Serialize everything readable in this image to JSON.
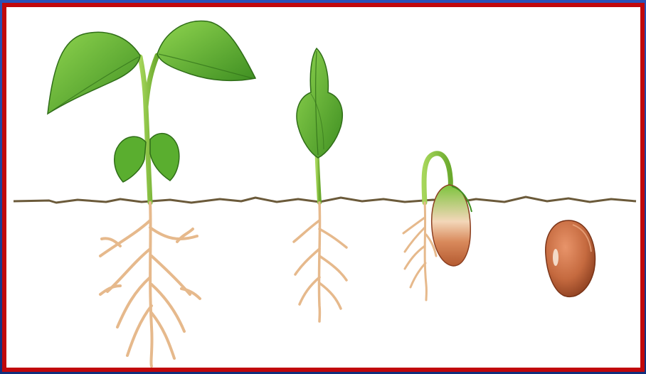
{
  "image": {
    "subject": "bean-germination-stages",
    "stages": [
      {
        "id": "seedling-with-leaves"
      },
      {
        "id": "young-shoot"
      },
      {
        "id": "hook-emerging"
      },
      {
        "id": "bean-seed"
      }
    ],
    "colors": {
      "border": "#c1080b",
      "background": "#ffffff",
      "frame": "#1c3d96",
      "soil-line": "#6b5a3a",
      "leaf": "#6fbf3a",
      "leaf-dark": "#3f8f22",
      "stem": "#8cc63f",
      "root": "#e6b98c",
      "seed": "#c56a3f"
    }
  }
}
